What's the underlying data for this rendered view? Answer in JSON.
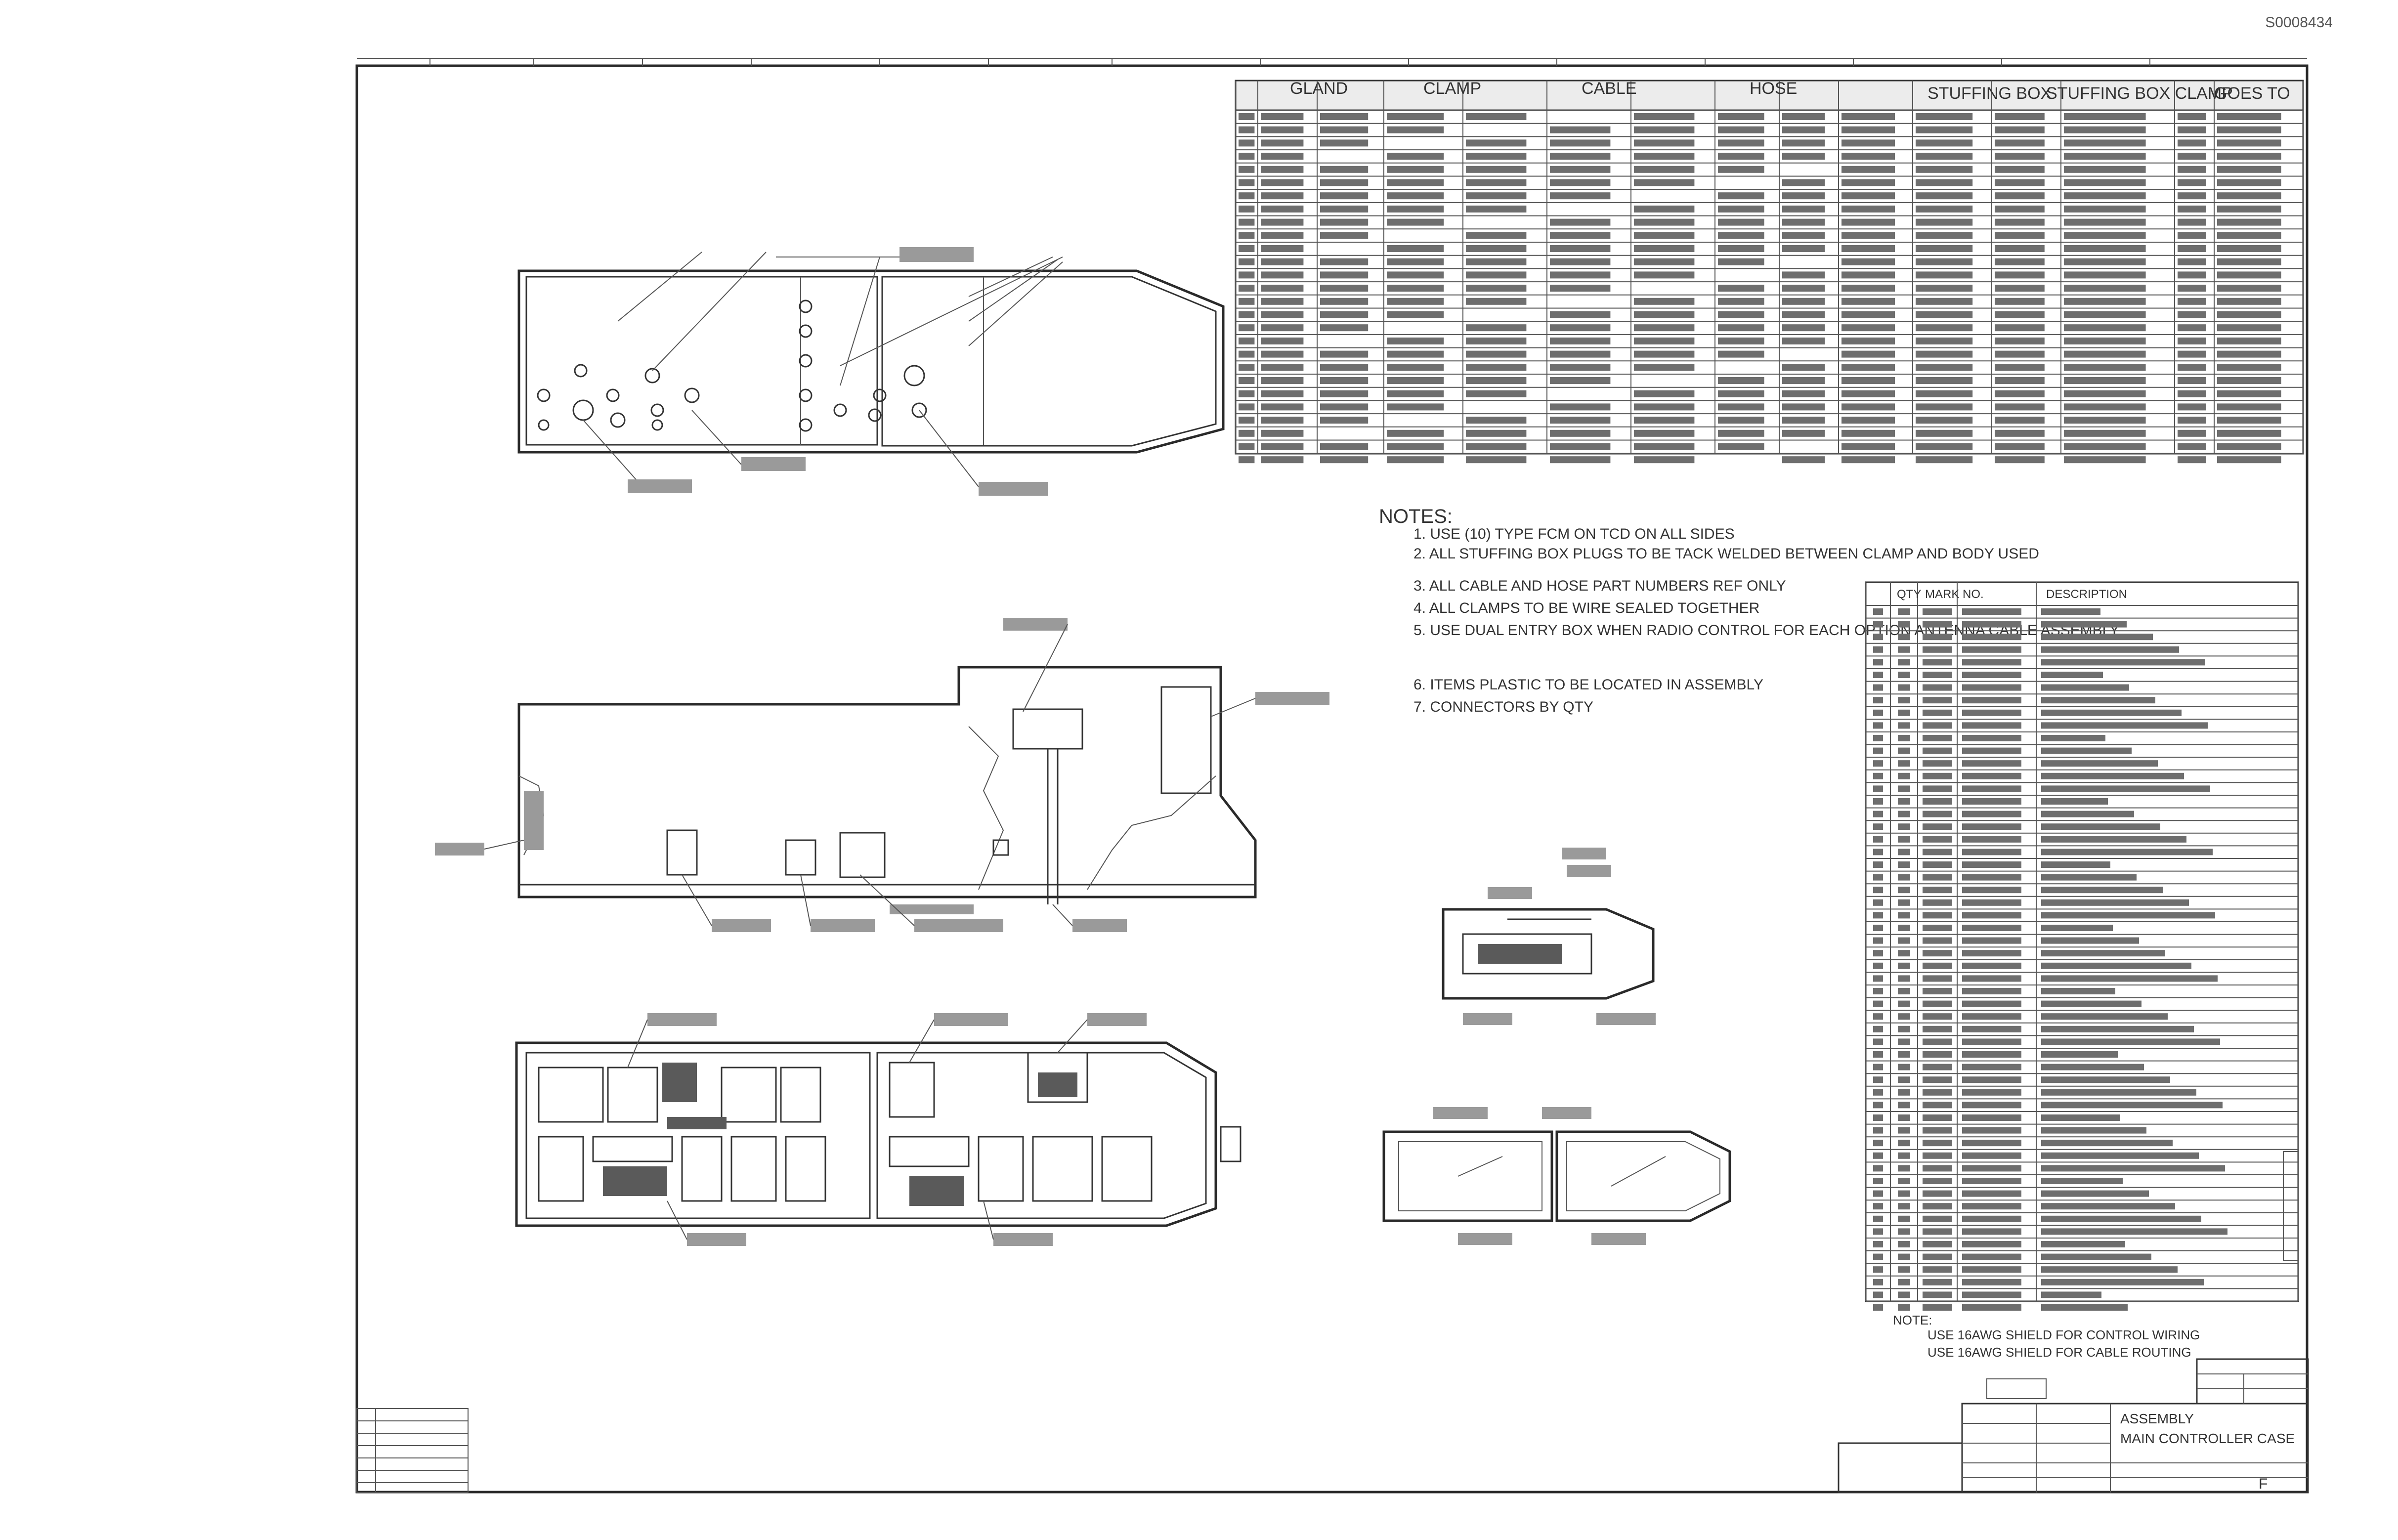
{
  "sheet_number": "S0008434",
  "parts_table": {
    "headers": [
      "QTY",
      "MARK NO.",
      "DESCRIPTION"
    ]
  },
  "notes": {
    "title": "NOTES:",
    "items": [
      "1. USE (10) TYPE FCM ON TCD ON ALL SIDES",
      "2. ALL STUFFING BOX PLUGS TO BE TACK WELDED BETWEEN CLAMP AND BODY USED",
      "3. ALL CABLE AND HOSE PART NUMBERS REF ONLY",
      "4. ALL CLAMPS TO BE WIRE SEALED TOGETHER",
      "5. USE DUAL ENTRY BOX WHEN RADIO CONTROL FOR EACH OPTION ANTENNA CABLE ASSEMBLY",
      "6. ITEMS PLASTIC TO BE LOCATED IN ASSEMBLY",
      "7. CONNECTORS BY QTY"
    ]
  },
  "cable_table": {
    "headers": [
      "GLAND",
      "CLAMP",
      "CABLE",
      "HOSE",
      "STUFFING BOX",
      "STUFFING BOX CLAMP",
      "GOES TO"
    ]
  },
  "wire_note": {
    "title": "NOTE:",
    "lines": [
      "USE 16AWG SHIELD FOR CONTROL WIRING",
      "USE 16AWG SHIELD FOR CABLE ROUTING"
    ]
  },
  "title_block": {
    "line1": "ASSEMBLY",
    "line2": "MAIN CONTROLLER CASE",
    "size": "F"
  }
}
